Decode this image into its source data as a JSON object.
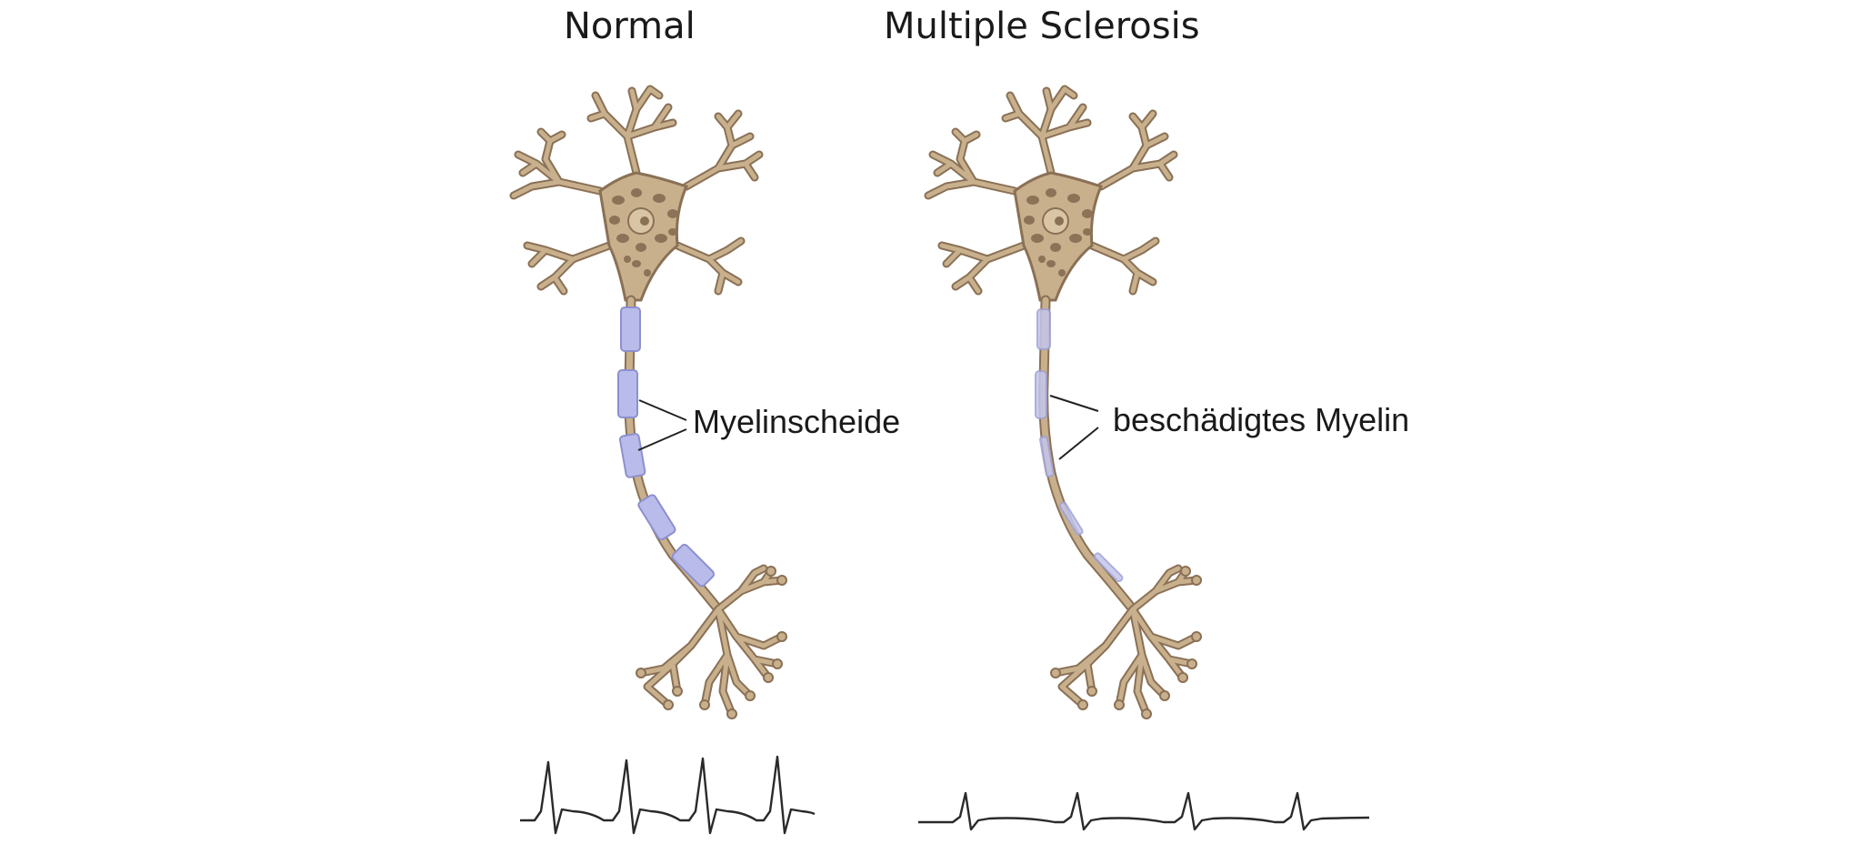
{
  "panels": {
    "normal": {
      "title": "Normal",
      "label": "Myelinscheide"
    },
    "ms": {
      "title": "Multiple Sclerosis",
      "label": "beschädigtes Myelin"
    }
  },
  "colors": {
    "neuron": "#c9b08d",
    "neuron_outline": "#8a7055",
    "nucleus_spots": "#8c7256",
    "myelin": "#b9bbea",
    "trace": "#2a2a2a"
  }
}
